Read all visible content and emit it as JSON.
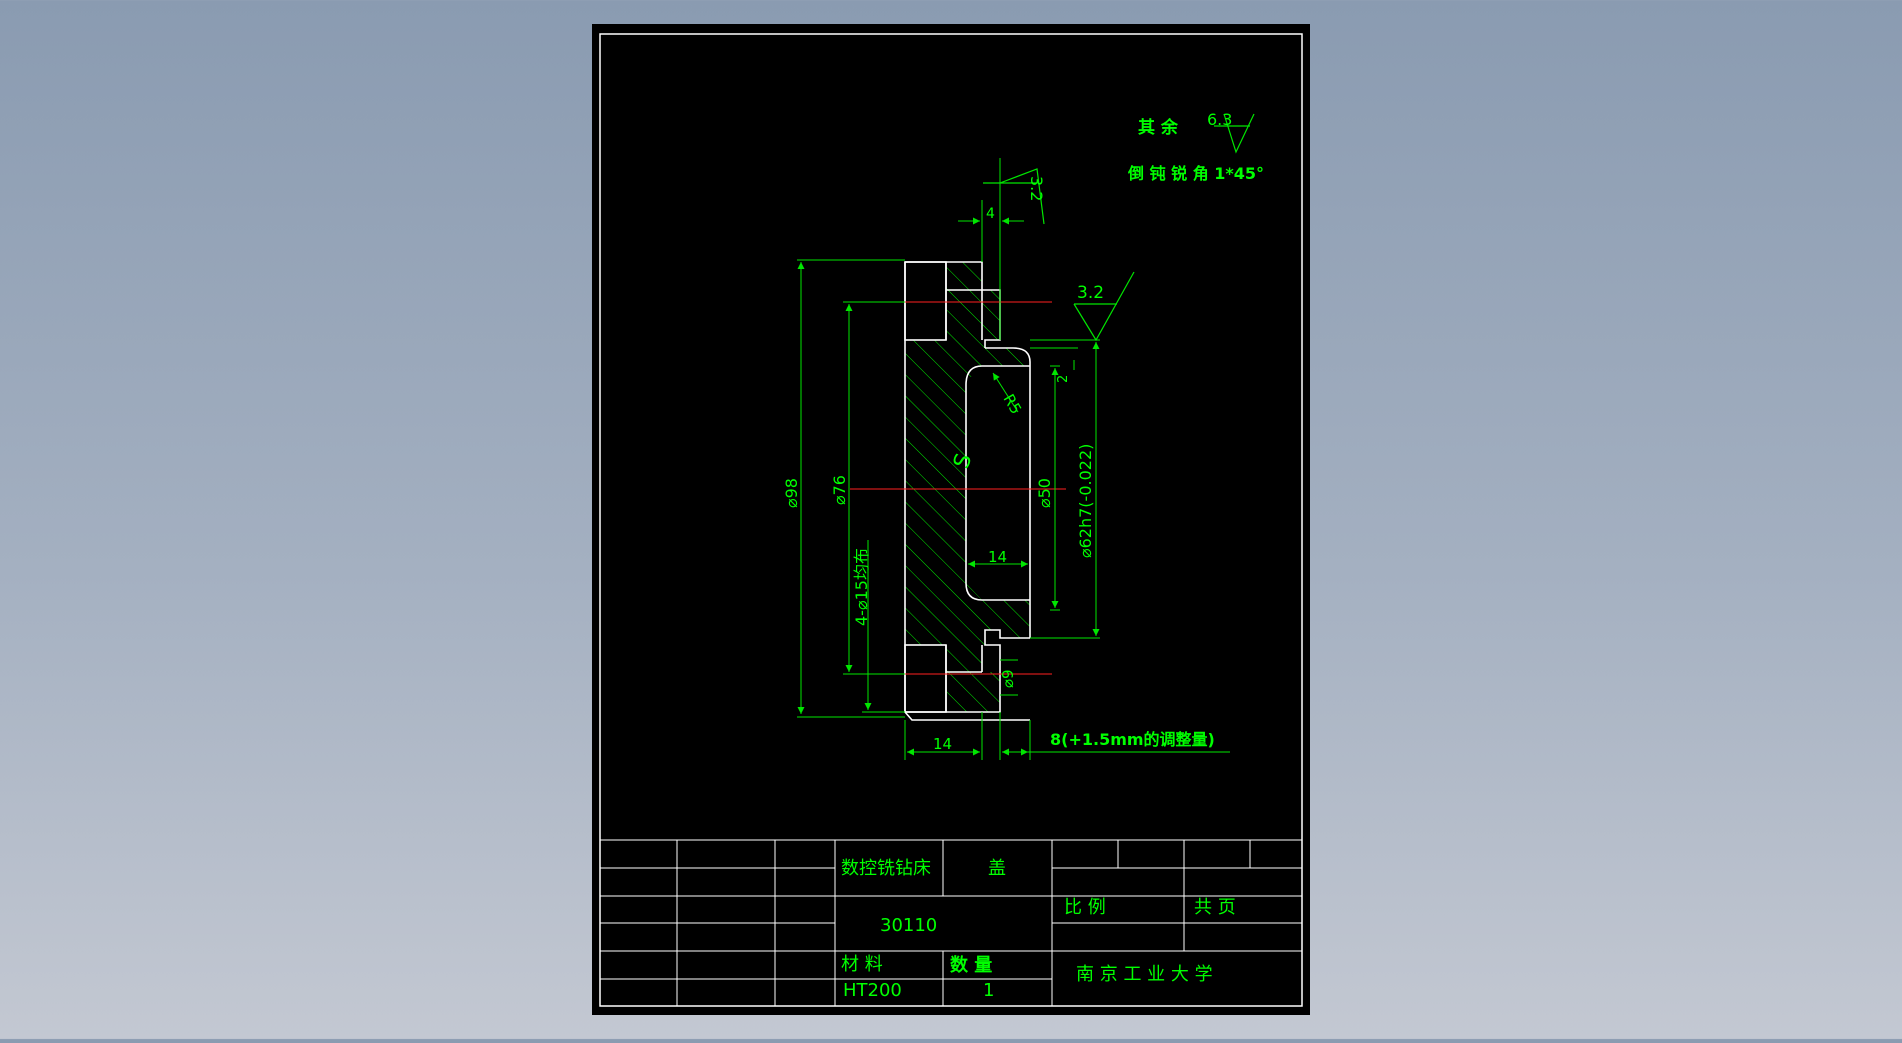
{
  "colors": {
    "background_top": "#8a9bb1",
    "background_bottom": "#c3c8d2",
    "canvas": "#000000",
    "frame": "#ffffff",
    "part_outline": "#ffffff",
    "hatch": "#00e600",
    "dimension": "#00e600",
    "text": "#00ff00",
    "centerline": "#ff2020"
  },
  "notes": {
    "rest_surface_label": "其 余",
    "rest_roughness": "6.3",
    "chamfer_note": "倒 钝 锐 角 1*45°"
  },
  "roughness": {
    "top_flange_face": "3.2",
    "bore_face": "3.2"
  },
  "dimensions": {
    "flange_gap": "4",
    "outer_diameter": "⌀98",
    "bolt_circle": "⌀76",
    "bolt_holes": "4-⌀15均布",
    "inner_diameter": "⌀50",
    "spigot_diameter": "⌀62h7(-0.022)",
    "fillet_radius": "R5",
    "spigot_step": "2",
    "pocket_depth": "14",
    "through_hole": "⌀9",
    "flange_thickness": "14",
    "adjust_thickness": "8(+1.5mm的调整量)",
    "section_mark": "S"
  },
  "title_block": {
    "machine": "数控铣钻床",
    "part_name": "盖",
    "drawing_number": "30110",
    "scale_label": "比 例",
    "sheets_label": "共    页",
    "material_label": "材    料",
    "quantity_label": "数    量",
    "material_value": "HT200",
    "quantity_value": "1",
    "school": "南 京 工  业 大 学"
  }
}
